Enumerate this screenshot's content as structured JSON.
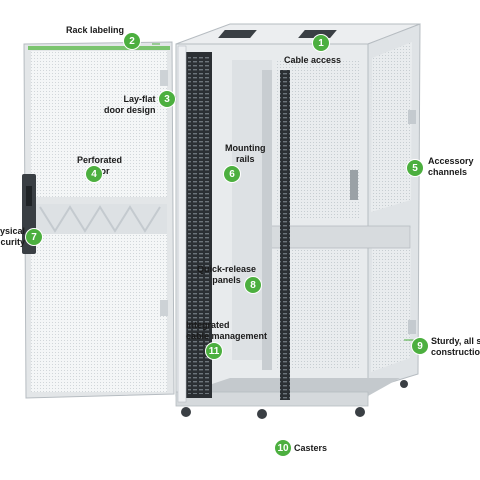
{
  "accent": "#4caf3f",
  "callouts": [
    {
      "num": "1",
      "text": "Cable access"
    },
    {
      "num": "2",
      "text": "Rack labeling"
    },
    {
      "num": "3",
      "text": "Lay-flat\ndoor design"
    },
    {
      "num": "4",
      "text": "Perforated\ndoor"
    },
    {
      "num": "5",
      "text": "Accessory\nchannels"
    },
    {
      "num": "6",
      "text": "Mounting\nrails"
    },
    {
      "num": "7",
      "text": "ysical\ncurity"
    },
    {
      "num": "8",
      "text": "Quick-release\npanels"
    },
    {
      "num": "9",
      "text": "Sturdy, all st\nconstruction"
    },
    {
      "num": "10",
      "text": "Casters"
    },
    {
      "num": "11",
      "text": "Integrated\ncable management"
    }
  ]
}
